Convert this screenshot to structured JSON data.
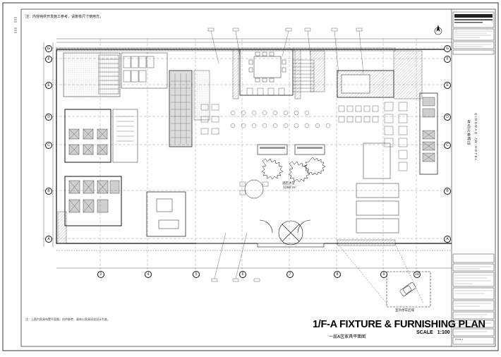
{
  "notes": {
    "top": "注：内容纯供开发施工参考，请复核尺寸使用方。",
    "bottom": "注：上图为家具布置平面图，仅供参考，具体以家具深化设计为准。"
  },
  "title": {
    "en": "1/F-A FIXTURE & FURNISHING PLAN",
    "cn": "一层A区家具平面图",
    "scale_label": "SCALE",
    "scale_value": "1:100"
  },
  "labels": {
    "lobby_area": "1280 m²",
    "lobby_name": "酒店大堂",
    "bottom_room": "室外停车区域"
  },
  "hotel": {
    "cn": "青岛万豪酒店",
    "en": "QINGDAO JW HOTEL"
  },
  "title_block": {
    "sheet_no": "FF-1A-1"
  },
  "grid": {
    "left": [
      "G",
      "F",
      "E",
      "D",
      "C",
      "B",
      "A"
    ],
    "right": [
      "G",
      "F",
      "E",
      "D",
      "C",
      "B",
      "A"
    ],
    "bottom": [
      "2",
      "4",
      "5",
      "6",
      "7",
      "8",
      "9",
      "10"
    ]
  },
  "colors": {
    "ink": "#1a1a1a",
    "hatch": "#9a9a9a",
    "grey_fill": "#d6d6d6"
  }
}
